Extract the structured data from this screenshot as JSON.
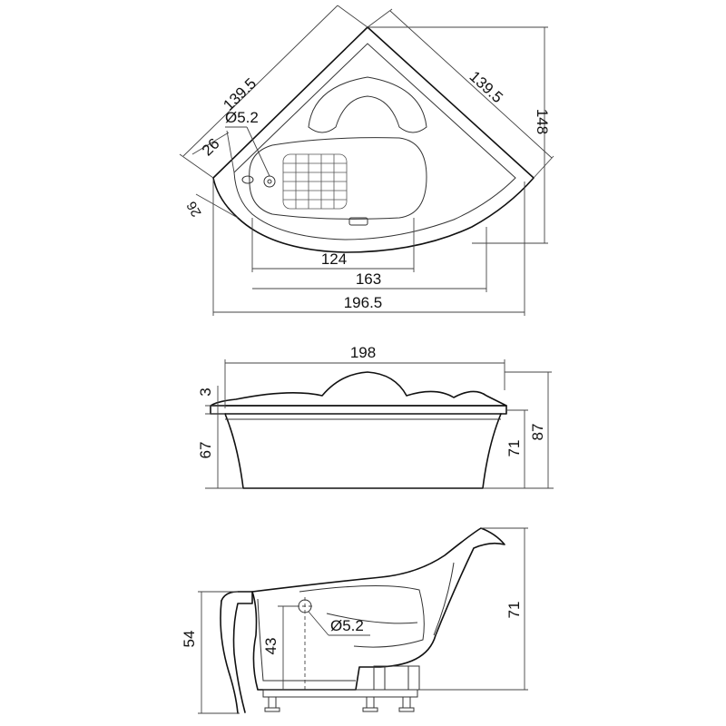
{
  "top_view": {
    "dim_left_side": "139.5",
    "dim_right_side": "139.5",
    "dim_depth": "148",
    "dim_end_26": "26",
    "dim_end_26b": "26",
    "dim_drain": "Ø5.2",
    "dim_124": "124",
    "dim_163": "163",
    "dim_width": "196.5"
  },
  "front_view": {
    "dim_width": "198",
    "dim_rim": "3",
    "dim_67": "67",
    "dim_71": "71",
    "dim_87": "87"
  },
  "side_view": {
    "dim_54": "54",
    "dim_43": "43",
    "dim_drain": "Ø5.2",
    "dim_71": "71"
  }
}
